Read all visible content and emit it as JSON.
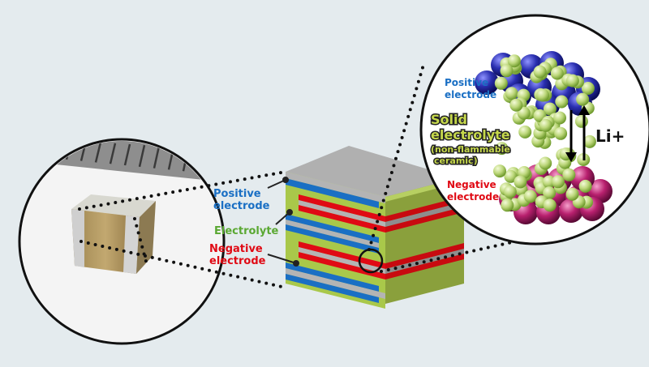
{
  "labels": {
    "positive_line1": "Positive",
    "positive_line2": "electrode",
    "electrolyte": "Electrolyte",
    "negative_line1": "Negative",
    "negative_line2": "electrode"
  },
  "zoom_labels": {
    "positive_line1": "Positive",
    "positive_line2": "electrode",
    "solid_line1": "Solid",
    "solid_line2": "electrolyte",
    "solid_line3": "(non-flammable",
    "solid_line4": "ceramic)",
    "negative_line1": "Negative",
    "negative_line2": "electrode",
    "ion": "Li+"
  },
  "colors": {
    "background": "#e4ebee",
    "positive": "#1a6fc4",
    "electrolyte": "#5aa832",
    "negative": "#e00a14",
    "solid_electrolyte": "#c6d84c",
    "layer_green": "#a9c84a",
    "layer_gray": "#b4b4b4",
    "positive_particle": "#2a2fb0",
    "negative_particle": "#b8206e"
  }
}
